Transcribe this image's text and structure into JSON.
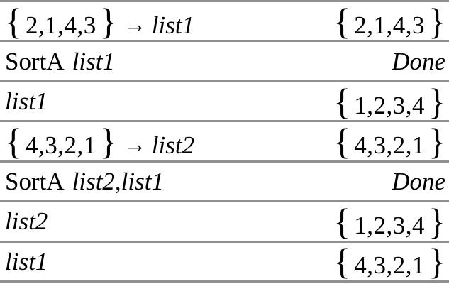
{
  "colors": {
    "background": "#ffffff",
    "text": "#000000",
    "separator": "#8f8f8f"
  },
  "rows": [
    {
      "input": {
        "open": "{",
        "list": "2,1,4,3",
        "close": "}",
        "arrow": "→",
        "var": "list1"
      },
      "output": {
        "open": "{",
        "list": "2,1,4,3",
        "close": "}"
      }
    },
    {
      "input": {
        "cmd": "SortA",
        "args": "list1"
      },
      "output": {
        "done": "Done"
      }
    },
    {
      "input": {
        "var": "list1"
      },
      "output": {
        "open": "{",
        "list": "1,2,3,4",
        "close": "}"
      }
    },
    {
      "input": {
        "open": "{",
        "list": "4,3,2,1",
        "close": "}",
        "arrow": "→",
        "var": "list2"
      },
      "output": {
        "open": "{",
        "list": "4,3,2,1",
        "close": "}"
      }
    },
    {
      "input": {
        "cmd": "SortA",
        "args": "list2,list1"
      },
      "output": {
        "done": "Done"
      }
    },
    {
      "input": {
        "var": "list2"
      },
      "output": {
        "open": "{",
        "list": "1,2,3,4",
        "close": "}"
      }
    },
    {
      "input": {
        "var": "list1"
      },
      "output": {
        "open": "{",
        "list": "4,3,2,1",
        "close": "}"
      }
    }
  ]
}
